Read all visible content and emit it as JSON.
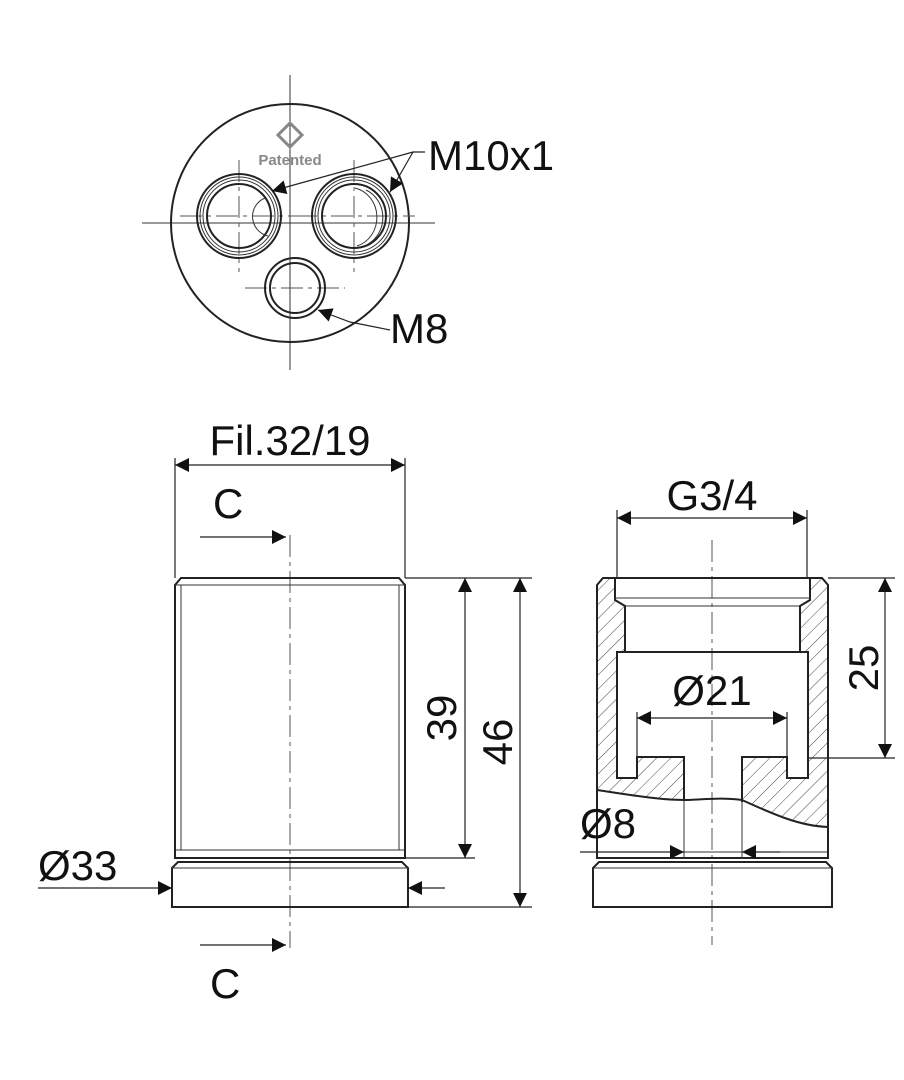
{
  "top_view": {
    "label_main_ports": "M10x1",
    "label_small_port": "M8",
    "logo_text": "Patented"
  },
  "side_view": {
    "width_dim": "Fil.32/19",
    "section_mark_top": "C",
    "section_mark_bottom": "C",
    "height_inner": "39",
    "height_total": "46",
    "base_diameter": "Ø33"
  },
  "section_view": {
    "thread_dim": "G3/4",
    "bore_diameter": "Ø21",
    "hole_diameter": "Ø8",
    "depth_dim": "25"
  },
  "colors": {
    "line": "#222222",
    "hatch": "#444444"
  }
}
